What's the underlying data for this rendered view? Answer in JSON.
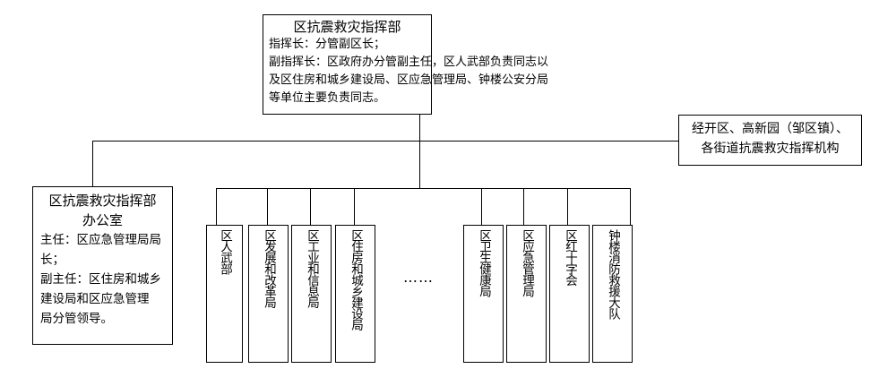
{
  "top": {
    "title": "区抗震救灾指挥部",
    "line1": "指挥长：分管副区长；",
    "line2": "副指挥长：区政府办分管副主任，区人武部负责同志以",
    "line3": "及区住房和城乡建设局、区应急管理局、钟楼公安分局",
    "line4": "等单位主要负责同志。"
  },
  "right": {
    "line1": "经开区、高新园（邹区镇）、",
    "line2": "各街道抗震救灾指挥机构"
  },
  "office": {
    "title1": "区抗震救灾指挥部",
    "title2": "办公室",
    "line1": "主任：区应急管理局局",
    "line2": "长；",
    "line3": "副主任：区住房和城乡",
    "line4": "建设局和区应急管理",
    "line5": "局分管领导。"
  },
  "departments": [
    "区人武部",
    "区发展和改革局",
    "区工业和信息局",
    "区住房和城乡建设局",
    "区卫生健康局",
    "区应急管理局",
    "区红十字会",
    "钟楼消防救援大队"
  ],
  "ellipsis": "……"
}
